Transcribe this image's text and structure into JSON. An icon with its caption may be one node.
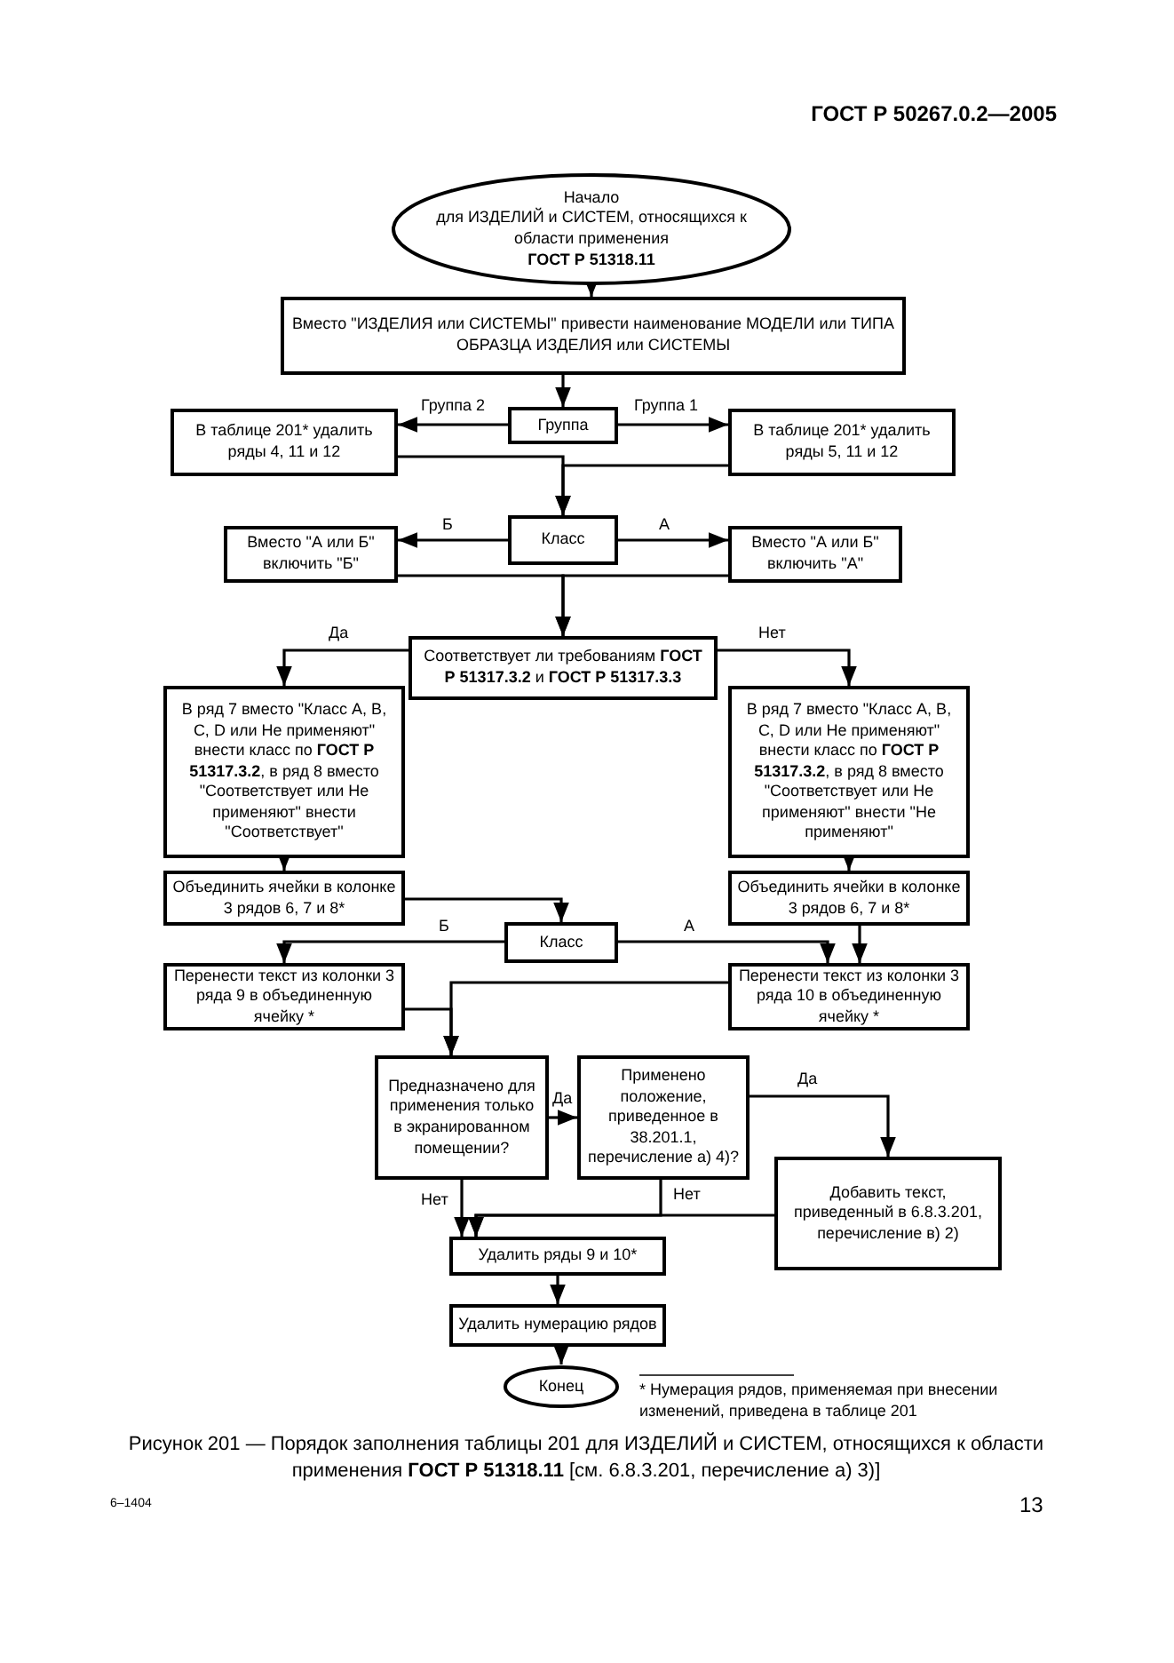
{
  "diagram": {
    "caption": "Рисунок 201 — Порядок заполнения таблицы 201 для ИЗДЕЛИЙ и СИСТЕМ, относящихся к области применения **ГОСТ Р 51318.11** [см. 6.8.3.201, перечисление а) 3)]",
    "nodes": [
      {
        "text": [
          "Начало",
          "для ИЗДЕЛИЙ и СИСТЕМ, относящихся к области применения",
          "**ГОСТ Р 51318.11**"
        ]
      },
      {
        "text": [
          "Вместо \"ИЗДЕЛИЯ или СИСТЕМЫ\" привести наименование МОДЕЛИ или ТИПА ОБРАЗЦА ИЗДЕЛИЯ или СИСТЕМЫ"
        ]
      },
      {
        "text": [
          "Группа"
        ]
      },
      {
        "text": [
          "В таблице 201* удалить ряды 4, 11 и 12"
        ]
      },
      {
        "text": [
          "В таблице 201* удалить ряды 5, 11 и 12"
        ]
      },
      {
        "text": [
          "Класс"
        ]
      },
      {
        "text": [
          "Вместо \"А или Б\" включить \"Б\""
        ]
      },
      {
        "text": [
          "Вместо \"А или Б\" включить \"А\""
        ]
      },
      {
        "text": [
          "Соответствует ли требованиям **ГОСТ Р 51317.3.2** и **ГОСТ Р 51317.3.3**"
        ]
      },
      {
        "text": [
          "В ряд 7 вместо \"Класс А, В, С, D или Не применяют\" внести класс по **ГОСТ Р 51317.3.2**, в ряд 8 вместо \"Соответствует или Не применяют\" внести \"Соответствует\""
        ]
      },
      {
        "text": [
          "В ряд 7 вместо \"Класс А, В, С, D или Не применяют\" внести класс по **ГОСТ Р 51317.3.2**, в ряд 8 вместо \"Соответствует или Не применяют\" внести \"Не применяют\""
        ]
      },
      {
        "text": [
          "Объединить ячейки в колонке 3 рядов 6, 7 и 8*"
        ]
      },
      {
        "text": [
          "Объединить ячейки в колонке 3 рядов 6, 7 и 8*"
        ]
      },
      {
        "text": [
          "Класс"
        ]
      },
      {
        "text": [
          "Перенести текст из колонки 3 ряда 9 в объединенную ячейку *"
        ]
      },
      {
        "text": [
          "Перенести текст из колонки 3 ряда 10 в объединенную ячейку *"
        ]
      },
      {
        "text": [
          "Предназначено для применения только в экранированном помещении?"
        ]
      },
      {
        "text": [
          "Применено положение, приведенное в 38.201.1, перечисление а) 4)?"
        ]
      },
      {
        "text": [
          "Добавить текст, приведенный в 6.8.3.201, перечисление в) 2)"
        ]
      },
      {
        "text": [
          "Удалить ряды 9 и 10*"
        ]
      },
      {
        "text": [
          "Удалить нумерацию рядов"
        ]
      },
      {
        "text": [
          "Конец"
        ]
      }
    ],
    "edges": [
      {
        "from": 0,
        "to": 1,
        "arrow": "to"
      },
      {
        "from": 1,
        "to": 2,
        "arrow": "to"
      },
      {
        "from": 2,
        "to": 3,
        "arrow": "to",
        "label": "Группа 2"
      },
      {
        "from": 2,
        "to": 4,
        "arrow": "to",
        "label": "Группа 1"
      },
      {
        "from": 3,
        "to": 5,
        "arrow": "to"
      },
      {
        "from": 4,
        "to": 5,
        "arrow": "to"
      },
      {
        "from": 5,
        "to": 6,
        "arrow": "to",
        "label": "Б"
      },
      {
        "from": 5,
        "to": 7,
        "arrow": "to",
        "label": "А"
      },
      {
        "from": 6,
        "to": 8,
        "arrow": "to"
      },
      {
        "from": 7,
        "to": 8,
        "arrow": "to"
      },
      {
        "from": 8,
        "to": 9,
        "arrow": "to",
        "label": "Да"
      },
      {
        "from": 8,
        "to": 10,
        "arrow": "to",
        "label": "Нет"
      },
      {
        "from": 9,
        "to": 11,
        "arrow": "to"
      },
      {
        "from": 10,
        "to": 12,
        "arrow": "to"
      },
      {
        "from": 11,
        "to": 13,
        "arrow": "to"
      },
      {
        "from": 13,
        "to": 14,
        "arrow": "to",
        "label": "Б"
      },
      {
        "from": 13,
        "to": 15,
        "arrow": "to",
        "label": "А"
      },
      {
        "from": 12,
        "to": 15,
        "arrow": "to"
      },
      {
        "from": 14,
        "to": 16,
        "arrow": "to"
      },
      {
        "from": 15,
        "to": 16,
        "arrow": "to"
      },
      {
        "from": 16,
        "to": 17,
        "arrow": "to",
        "label": "Да"
      },
      {
        "from": 17,
        "to": 18,
        "arrow": "to",
        "label": "Да"
      },
      {
        "from": 16,
        "to": 19,
        "arrow": "to",
        "label": "Нет"
      },
      {
        "from": 17,
        "to": 19,
        "arrow": "to",
        "label": "Нет"
      },
      {
        "from": 18,
        "to": 19,
        "arrow": "to"
      },
      {
        "from": 19,
        "to": 20,
        "arrow": "to"
      },
      {
        "from": 20,
        "to": 21,
        "arrow": "to"
      }
    ],
    "labels": [
      "ГОСТ Р 50267.0.2—2005",
      "* Нумерация рядов, применяемая при внесении изменений, приведена в таблице 201",
      "6–1404",
      "13"
    ]
  }
}
